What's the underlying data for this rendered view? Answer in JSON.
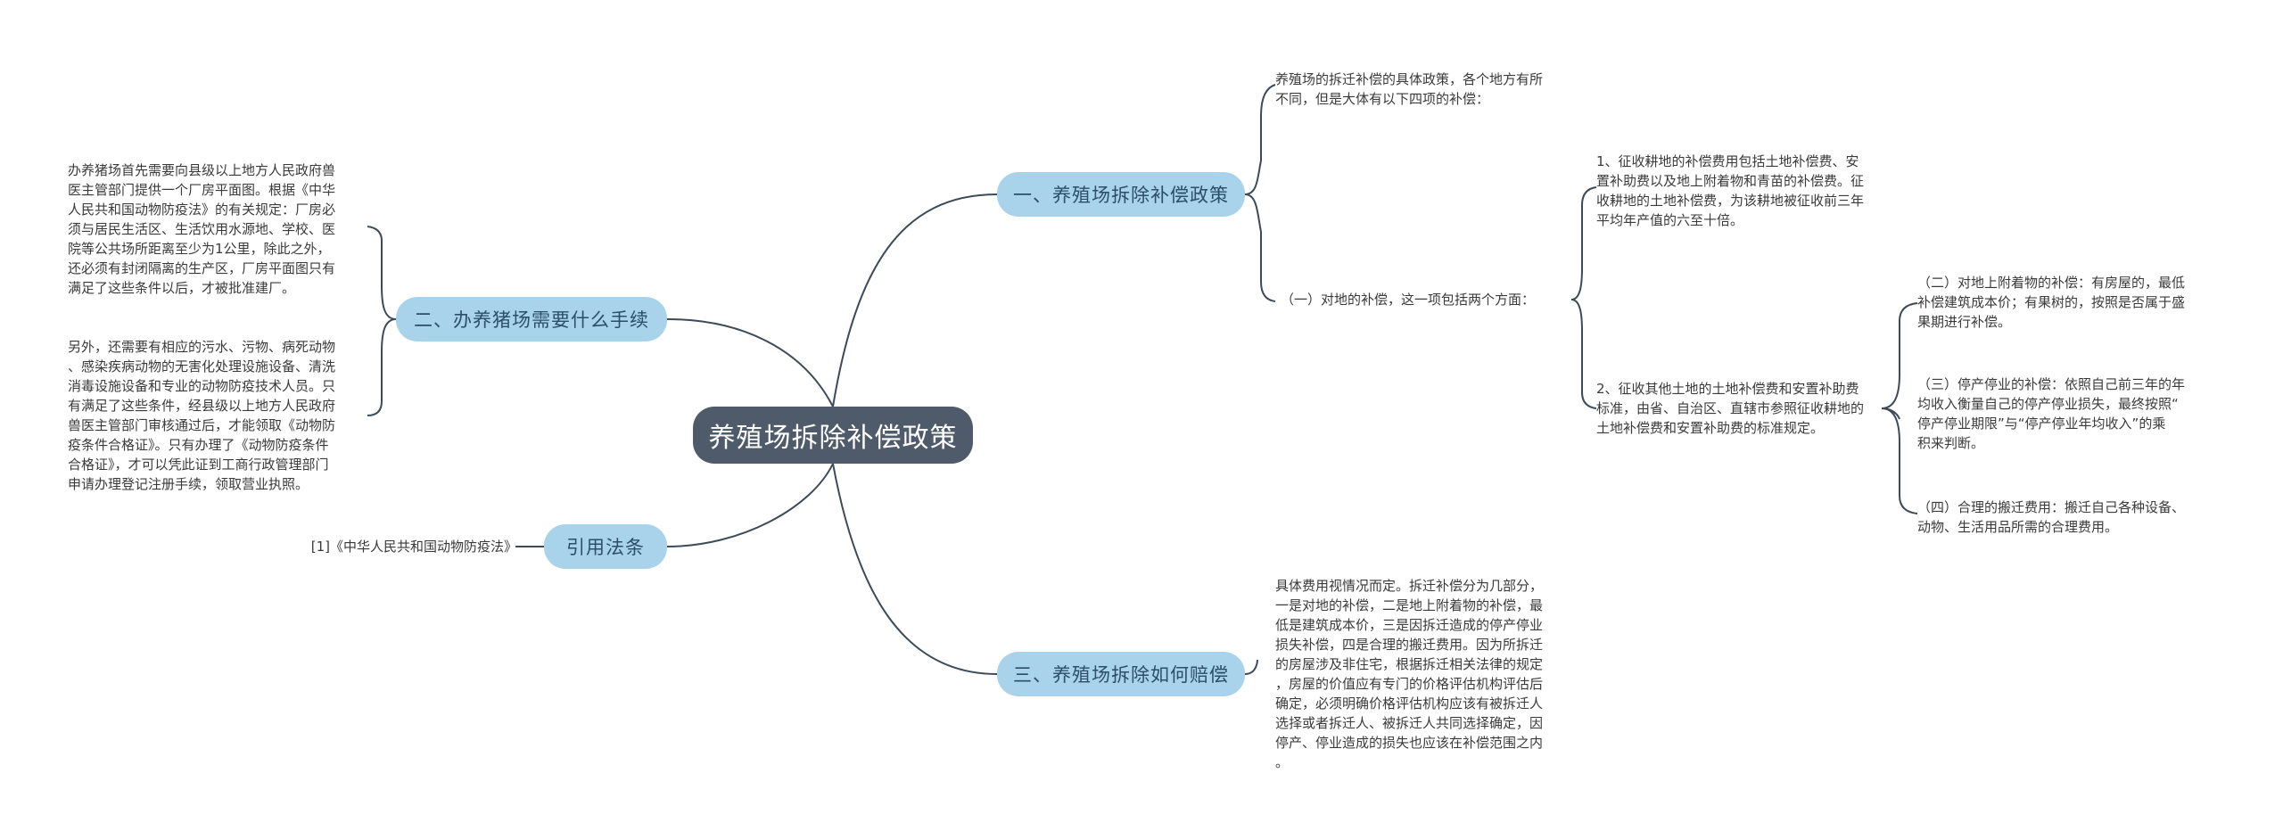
{
  "root": {
    "title": "养殖场拆除补偿政策"
  },
  "branches": {
    "policy": {
      "title": "一、养殖场拆除补偿政策",
      "intro": "养殖场的拆迁补偿的具体政策，各个地方有所\n不同，但是大体有以下四项的补偿：",
      "land": {
        "label": "（一）对地的补偿，这一项包括两个方面：",
        "item1": "1、征收耕地的补偿费用包括土地补偿费、安\n置补助费以及地上附着物和青苗的补偿费。征\n收耕地的土地补偿费，为该耕地被征收前三年\n平均年产值的六至十倍。",
        "item2": "2、征收其他土地的土地补偿费和安置补助费\n标准，由省、自治区、直辖市参照征收耕地的\n土地补偿费和安置补助费的标准规定。"
      },
      "attachments": "（二）对地上附着物的补偿：有房屋的，最低\n补偿建筑成本价；有果树的，按照是否属于盛\n果期进行补偿。",
      "suspension": "（三）停产停业的补偿：依照自己前三年的年\n均收入衡量自己的停产停业损失，最终按照“\n停产停业期限”与“停产停业年均收入”的乘\n积来判断。",
      "relocation": "（四）合理的搬迁费用：搬迁自己各种设备、\n动物、生活用品所需的合理费用。"
    },
    "procedures": {
      "title": "二、办养猪场需要什么手续",
      "para1": "办养猪场首先需要向县级以上地方人民政府兽\n医主管部门提供一个厂房平面图。根据《中华\n人民共和国动物防疫法》的有关规定：厂房必\n须与居民生活区、生活饮用水源地、学校、医\n院等公共场所距离至少为1公里，除此之外，\n还必须有封闭隔离的生产区，厂房平面图只有\n满足了这些条件以后，才被批准建厂。",
      "para2": "另外，还需要有相应的污水、污物、病死动物\n、感染疾病动物的无害化处理设施设备、清洗\n消毒设施设备和专业的动物防疫技术人员。只\n有满足了这些条件，经县级以上地方人民政府\n兽医主管部门审核通过后，才能领取《动物防\n疫条件合格证》。只有办理了《动物防疫条件\n合格证》，才可以凭此证到工商行政管理部门\n申请办理登记注册手续，领取营业执照。"
    },
    "law": {
      "title": "引用法条",
      "ref": "[1]《中华人民共和国动物防疫法》"
    },
    "compensation": {
      "title": "三、养殖场拆除如何赔偿",
      "text": "具体费用视情况而定。拆迁补偿分为几部分，\n一是对地的补偿，二是地上附着物的补偿，最\n低是建筑成本价，三是因拆迁造成的停产停业\n损失补偿，四是合理的搬迁费用。因为所拆迁\n的房屋涉及非住宅，根据拆迁相关法律的规定\n，房屋的价值应有专门的价格评估机构评估后\n确定，必须明确价格评估机构应该有被拆迁人\n选择或者拆迁人、被拆迁人共同选择确定，因\n停产、停业造成的损失也应该在补偿范围之内\n。"
    }
  },
  "colors": {
    "root_fill": "#4f5b6b",
    "branch_fill": "#a9d3ea",
    "branch_text": "#2c4e69",
    "line": "#3d4a59",
    "text": "#3a3a3a"
  }
}
